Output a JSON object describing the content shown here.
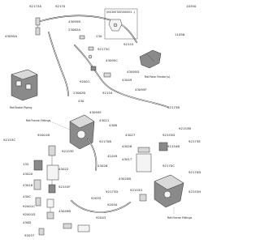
{
  "page_code": "10350",
  "box_heading": "(KX300?AE000001 -)",
  "annotations": {
    "ref_brake_piping": "Ref.Brake Piping",
    "ref_rear_fender": "Ref.Rear Fender(s)",
    "ref_frame_fittings_left": "Ref.Frame Fittings",
    "ref_frame_fittings_right": "Ref.Frame Fittings"
  },
  "labels": [
    "92173A",
    "43095A",
    "92170",
    "11056",
    "43095B",
    "23062A",
    "130",
    "92173C",
    "92153",
    "43095C",
    "43095D",
    "92001",
    "23062B",
    "92154",
    "43049",
    "92153B",
    "430",
    "43095E",
    "92173B",
    "43021",
    "92153C",
    "92001B",
    "430B",
    "43095F",
    "92170B",
    "43027",
    "43028",
    "41049",
    "92153D",
    "92154B",
    "92170C",
    "43017",
    "43026",
    "92153E",
    "132",
    "43020",
    "43018",
    "92153F",
    "430C",
    "43022",
    "92001C",
    "43049B",
    "92055",
    "92001D",
    "430D",
    "92037",
    "43020B",
    "92153G",
    "92173D",
    "92173E",
    "92170D",
    "92153H",
    "92050",
    "92043"
  ]
}
